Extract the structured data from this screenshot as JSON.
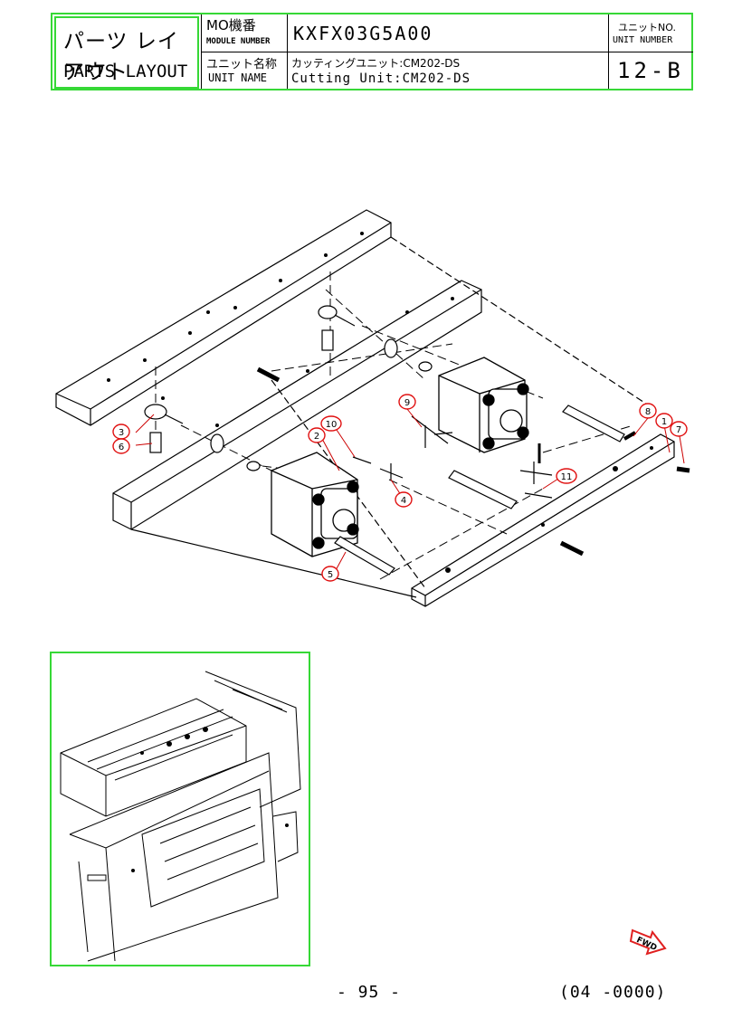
{
  "header": {
    "title_jp": "パーツ レイアウト",
    "title_en": "PARTS LAYOUT",
    "module_jp": "MO機番",
    "module_en": "MODULE NUMBER",
    "module_value": "KXFX03G5A00",
    "unit_jp": "ユニット名称",
    "unit_en": "UNIT NAME",
    "unit_value_jp": "カッティングユニット:CM202-DS",
    "unit_value_en": "Cutting Unit:CM202-DS",
    "unitno_jp": "ユニットNO.",
    "unitno_en": "UNIT NUMBER",
    "unitno_value": "12-B"
  },
  "callouts": [
    "1",
    "2",
    "3",
    "4",
    "5",
    "6",
    "7",
    "8",
    "9",
    "10",
    "11"
  ],
  "fwd_label": "FWD",
  "footer": {
    "page": "- 95 -",
    "code": "(04 -0000)"
  },
  "colors": {
    "frame_green": "#36d836",
    "callout_red": "#e01010",
    "fwd_red": "#e02020"
  }
}
